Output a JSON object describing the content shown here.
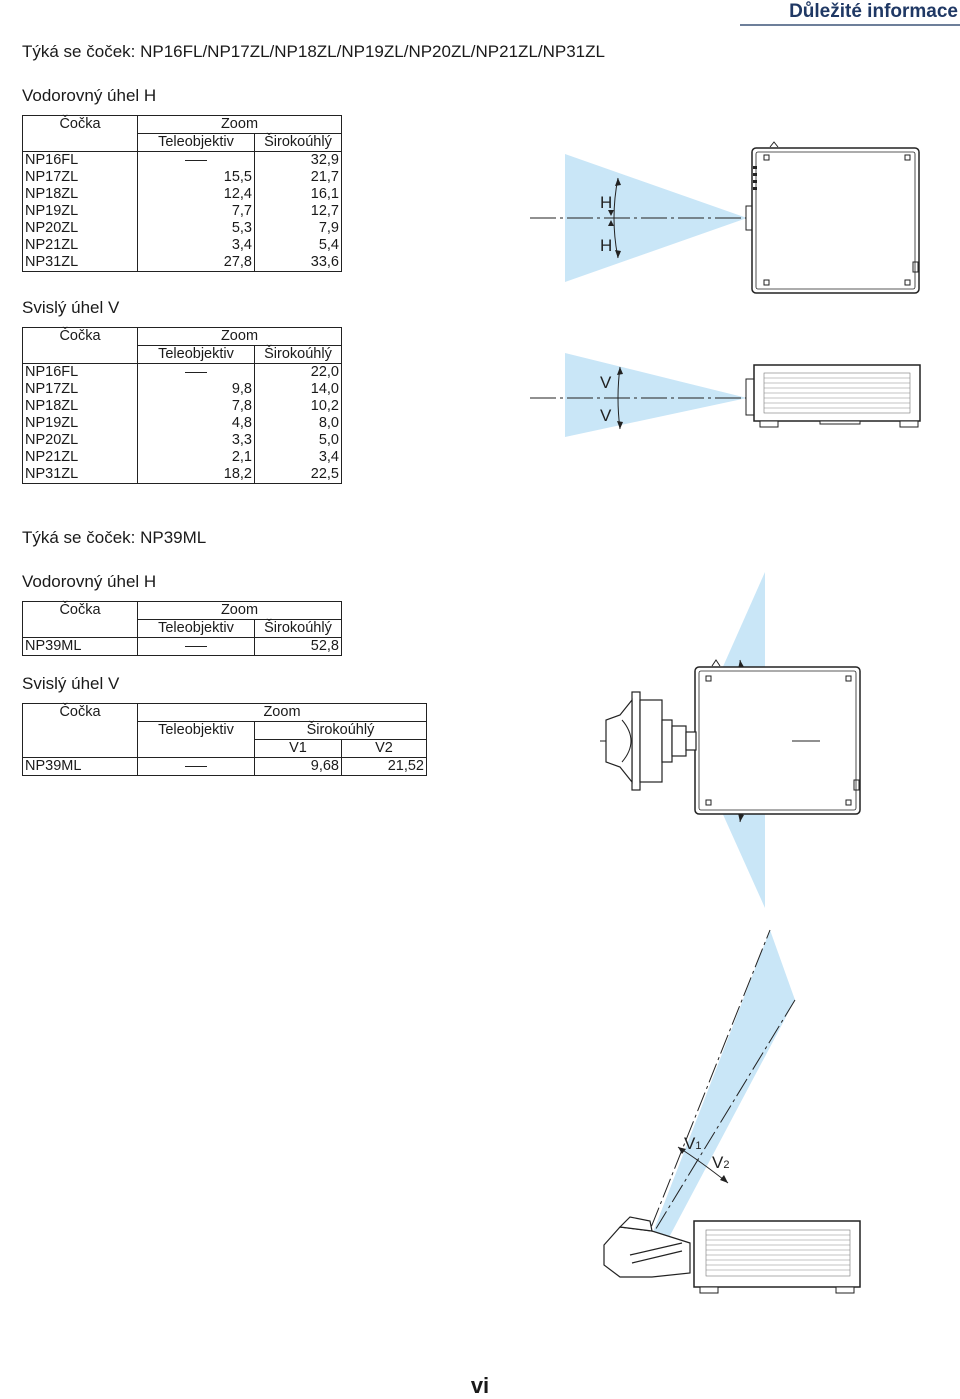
{
  "header": {
    "title": "Důležité informace"
  },
  "section1": {
    "title": "Týká se čoček: NP16FL/NP17ZL/NP18ZL/NP19ZL/NP20ZL/NP21ZL/NP31ZL",
    "h_table": {
      "title": "Vodorovný úhel H",
      "col_lens": "Čočka",
      "col_zoom": "Zoom",
      "col_tele": "Teleobjektiv",
      "col_wide": "Širokoúhlý",
      "rows": [
        {
          "lens": "NP16FL",
          "tele": "",
          "wide": "32,9"
        },
        {
          "lens": "NP17ZL",
          "tele": "15,5",
          "wide": "21,7"
        },
        {
          "lens": "NP18ZL",
          "tele": "12,4",
          "wide": "16,1"
        },
        {
          "lens": "NP19ZL",
          "tele": "7,7",
          "wide": "12,7"
        },
        {
          "lens": "NP20ZL",
          "tele": "5,3",
          "wide": "7,9"
        },
        {
          "lens": "NP21ZL",
          "tele": "3,4",
          "wide": "5,4"
        },
        {
          "lens": "NP31ZL",
          "tele": "27,8",
          "wide": "33,6"
        }
      ]
    },
    "v_table": {
      "title": "Svislý úhel V",
      "col_lens": "Čočka",
      "col_zoom": "Zoom",
      "col_tele": "Teleobjektiv",
      "col_wide": "Širokoúhlý",
      "rows": [
        {
          "lens": "NP16FL",
          "tele": "",
          "wide": "22,0"
        },
        {
          "lens": "NP17ZL",
          "tele": "9,8",
          "wide": "14,0"
        },
        {
          "lens": "NP18ZL",
          "tele": "7,8",
          "wide": "10,2"
        },
        {
          "lens": "NP19ZL",
          "tele": "4,8",
          "wide": "8,0"
        },
        {
          "lens": "NP20ZL",
          "tele": "3,3",
          "wide": "5,0"
        },
        {
          "lens": "NP21ZL",
          "tele": "2,1",
          "wide": "3,4"
        },
        {
          "lens": "NP31ZL",
          "tele": "18,2",
          "wide": "22,5"
        }
      ]
    }
  },
  "section2": {
    "title": "Týká se čoček: NP39ML",
    "h_table": {
      "title": "Vodorovný úhel H",
      "col_lens": "Čočka",
      "col_zoom": "Zoom",
      "col_tele": "Teleobjektiv",
      "col_wide": "Širokoúhlý",
      "row": {
        "lens": "NP39ML",
        "tele": "",
        "wide": "52,8"
      }
    },
    "v_table": {
      "title": "Svislý úhel V",
      "col_lens": "Čočka",
      "col_zoom": "Zoom",
      "col_tele": "Teleobjektiv",
      "col_wide": "Širokoúhlý",
      "col_v1": "V1",
      "col_v2": "V2",
      "row": {
        "lens": "NP39ML",
        "tele": "",
        "v1": "9,68",
        "v2": "21,52"
      }
    }
  },
  "diagrams": {
    "label_h": "H",
    "label_v": "V",
    "label_v1": "V",
    "label_v1_sub": "1",
    "label_v2": "V",
    "label_v2_sub": "2",
    "beam_color": "#c9e6f7",
    "line_color": "#222222"
  },
  "page_number": "vi"
}
